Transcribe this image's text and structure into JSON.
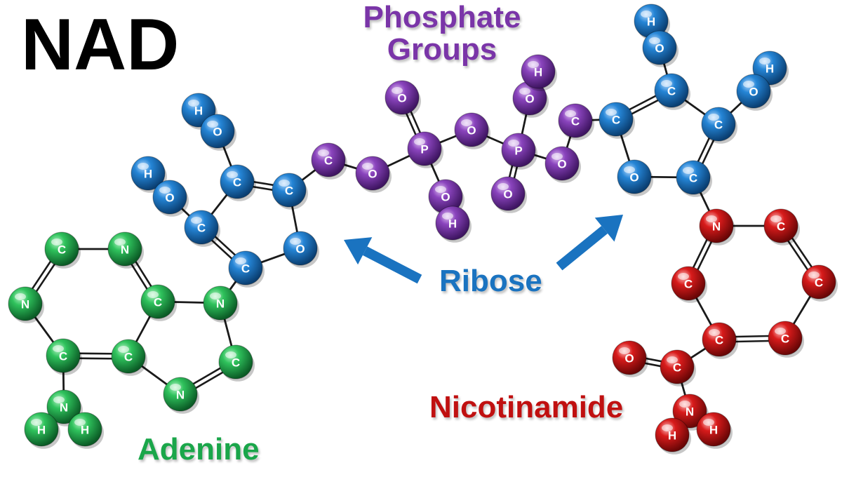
{
  "title": "NAD",
  "labels": {
    "phosphate_line1": "Phosphate",
    "phosphate_line2": "Groups",
    "ribose": "Ribose",
    "adenine": "Adenine",
    "nicotinamide": "Nicotinamide"
  },
  "colors": {
    "title": "#000000",
    "adenine": "#1aa64a",
    "ribose": "#1a73c0",
    "phosphate": "#7a35a8",
    "nicotinamide": "#c01010",
    "bond": "#1a1a1a",
    "arrow": "#1a73c0"
  },
  "groups": [
    {
      "id": "ribose-left",
      "color_key": "ribose",
      "atoms": [
        {
          "id": "rl-h1",
          "symbol": "H"
        },
        {
          "id": "rl-o1",
          "symbol": "O"
        },
        {
          "id": "rl-h2",
          "symbol": "H"
        },
        {
          "id": "rl-o2",
          "symbol": "O"
        },
        {
          "id": "rl-c1",
          "symbol": "C"
        },
        {
          "id": "rl-c2",
          "symbol": "C"
        },
        {
          "id": "rl-c3",
          "symbol": "C"
        },
        {
          "id": "rl-o3",
          "symbol": "O"
        },
        {
          "id": "rl-c4",
          "symbol": "C"
        }
      ]
    },
    {
      "id": "phosphate",
      "color_key": "phosphate",
      "atoms": [
        {
          "id": "ph-c1",
          "symbol": "C"
        },
        {
          "id": "ph-o1",
          "symbol": "O"
        },
        {
          "id": "ph-o2",
          "symbol": "O"
        },
        {
          "id": "ph-p1",
          "symbol": "P"
        },
        {
          "id": "ph-o3",
          "symbol": "O"
        },
        {
          "id": "ph-h1",
          "symbol": "H"
        },
        {
          "id": "ph-o4",
          "symbol": "O"
        },
        {
          "id": "ph-p2",
          "symbol": "P"
        },
        {
          "id": "ph-o5",
          "symbol": "O"
        },
        {
          "id": "ph-h2",
          "symbol": "H"
        },
        {
          "id": "ph-o6",
          "symbol": "O"
        },
        {
          "id": "ph-o7",
          "symbol": "O"
        },
        {
          "id": "ph-c2",
          "symbol": "C"
        }
      ]
    },
    {
      "id": "ribose-right",
      "color_key": "ribose",
      "atoms": [
        {
          "id": "rr-h1",
          "symbol": "H"
        },
        {
          "id": "rr-o1",
          "symbol": "O"
        },
        {
          "id": "rr-h2",
          "symbol": "H"
        },
        {
          "id": "rr-o2",
          "symbol": "O"
        },
        {
          "id": "rr-c1",
          "symbol": "C"
        },
        {
          "id": "rr-c2",
          "symbol": "C"
        },
        {
          "id": "rr-c3",
          "symbol": "C"
        },
        {
          "id": "rr-o3",
          "symbol": "O"
        },
        {
          "id": "rr-c4",
          "symbol": "C"
        }
      ]
    },
    {
      "id": "adenine",
      "color_key": "adenine",
      "atoms": [
        {
          "id": "ad-c1",
          "symbol": "C"
        },
        {
          "id": "ad-n1",
          "symbol": "N"
        },
        {
          "id": "ad-n2",
          "symbol": "N"
        },
        {
          "id": "ad-c2",
          "symbol": "C"
        },
        {
          "id": "ad-n3",
          "symbol": "N"
        },
        {
          "id": "ad-c3",
          "symbol": "C"
        },
        {
          "id": "ad-c4",
          "symbol": "C"
        },
        {
          "id": "ad-c5",
          "symbol": "C"
        },
        {
          "id": "ad-n4",
          "symbol": "N"
        },
        {
          "id": "ad-n5",
          "symbol": "N"
        },
        {
          "id": "ad-h1",
          "symbol": "H"
        },
        {
          "id": "ad-h2",
          "symbol": "H"
        }
      ]
    },
    {
      "id": "nicotinamide",
      "color_key": "nicotinamide",
      "atoms": [
        {
          "id": "ni-n1",
          "symbol": "N"
        },
        {
          "id": "ni-c1",
          "symbol": "C"
        },
        {
          "id": "ni-c2",
          "symbol": "C"
        },
        {
          "id": "ni-c3",
          "symbol": "C"
        },
        {
          "id": "ni-c4",
          "symbol": "C"
        },
        {
          "id": "ni-c5",
          "symbol": "C"
        },
        {
          "id": "ni-o1",
          "symbol": "O"
        },
        {
          "id": "ni-c6",
          "symbol": "C"
        },
        {
          "id": "ni-n2",
          "symbol": "N"
        },
        {
          "id": "ni-h1",
          "symbol": "H"
        },
        {
          "id": "ni-h2",
          "symbol": "H"
        }
      ]
    }
  ],
  "bonds": [
    {
      "from": "rl-h1",
      "to": "rl-o1",
      "order": 1
    },
    {
      "from": "rl-o1",
      "to": "rl-c1",
      "order": 1
    },
    {
      "from": "rl-h2",
      "to": "rl-o2",
      "order": 1
    },
    {
      "from": "rl-o2",
      "to": "rl-c3",
      "order": 1
    },
    {
      "from": "rl-c1",
      "to": "rl-c2",
      "order": 2
    },
    {
      "from": "rl-c1",
      "to": "rl-c3",
      "order": 1
    },
    {
      "from": "rl-c3",
      "to": "rl-c4",
      "order": 2
    },
    {
      "from": "rl-c4",
      "to": "rl-o3",
      "order": 1
    },
    {
      "from": "rl-o3",
      "to": "rl-c2",
      "order": 1
    },
    {
      "from": "rl-c2",
      "to": "ph-c1",
      "order": 1
    },
    {
      "from": "ph-c1",
      "to": "ph-o1",
      "order": 1
    },
    {
      "from": "ph-o1",
      "to": "ph-p1",
      "order": 1
    },
    {
      "from": "ph-o2",
      "to": "ph-p1",
      "order": 2
    },
    {
      "from": "ph-p1",
      "to": "ph-o3",
      "order": 1
    },
    {
      "from": "ph-o3",
      "to": "ph-h1",
      "order": 1
    },
    {
      "from": "ph-p1",
      "to": "ph-o4",
      "order": 1
    },
    {
      "from": "ph-o4",
      "to": "ph-p2",
      "order": 1
    },
    {
      "from": "ph-p2",
      "to": "ph-o5",
      "order": 1
    },
    {
      "from": "ph-o5",
      "to": "ph-h2",
      "order": 1
    },
    {
      "from": "ph-p2",
      "to": "ph-o6",
      "order": 2
    },
    {
      "from": "ph-p2",
      "to": "ph-o7",
      "order": 1
    },
    {
      "from": "ph-o7",
      "to": "ph-c2",
      "order": 1
    },
    {
      "from": "ph-c2",
      "to": "rr-c3",
      "order": 1
    },
    {
      "from": "rr-h1",
      "to": "rr-o1",
      "order": 1
    },
    {
      "from": "rr-o1",
      "to": "rr-c1",
      "order": 1
    },
    {
      "from": "rr-h2",
      "to": "rr-o2",
      "order": 1
    },
    {
      "from": "rr-o2",
      "to": "rr-c2",
      "order": 1
    },
    {
      "from": "rr-c1",
      "to": "rr-c2",
      "order": 1
    },
    {
      "from": "rr-c1",
      "to": "rr-c3",
      "order": 2
    },
    {
      "from": "rr-c3",
      "to": "rr-o3",
      "order": 1
    },
    {
      "from": "rr-o3",
      "to": "rr-c4",
      "order": 1
    },
    {
      "from": "rr-c4",
      "to": "rr-c2",
      "order": 2
    },
    {
      "from": "rr-c4",
      "to": "ni-n1",
      "order": 1
    },
    {
      "from": "rl-c4",
      "to": "ad-n2",
      "order": 1
    },
    {
      "from": "ad-c1",
      "to": "ad-n1",
      "order": 1
    },
    {
      "from": "ad-c1",
      "to": "ad-n3",
      "order": 2
    },
    {
      "from": "ad-n1",
      "to": "ad-c2",
      "order": 2
    },
    {
      "from": "ad-c2",
      "to": "ad-n2",
      "order": 1
    },
    {
      "from": "ad-c2",
      "to": "ad-c4",
      "order": 1
    },
    {
      "from": "ad-n3",
      "to": "ad-c3",
      "order": 1
    },
    {
      "from": "ad-c3",
      "to": "ad-c4",
      "order": 2
    },
    {
      "from": "ad-c4",
      "to": "ad-n4",
      "order": 1
    },
    {
      "from": "ad-n4",
      "to": "ad-c5",
      "order": 2
    },
    {
      "from": "ad-c5",
      "to": "ad-n2",
      "order": 1
    },
    {
      "from": "ad-c3",
      "to": "ad-n5",
      "order": 1
    },
    {
      "from": "ad-n5",
      "to": "ad-h1",
      "order": 1
    },
    {
      "from": "ad-n5",
      "to": "ad-h2",
      "order": 1
    },
    {
      "from": "ni-n1",
      "to": "ni-c1",
      "order": 1
    },
    {
      "from": "ni-n1",
      "to": "ni-c2",
      "order": 2
    },
    {
      "from": "ni-c1",
      "to": "ni-c3",
      "order": 2
    },
    {
      "from": "ni-c3",
      "to": "ni-c5",
      "order": 1
    },
    {
      "from": "ni-c5",
      "to": "ni-c4",
      "order": 2
    },
    {
      "from": "ni-c4",
      "to": "ni-c2",
      "order": 1
    },
    {
      "from": "ni-c4",
      "to": "ni-c6",
      "order": 1
    },
    {
      "from": "ni-c6",
      "to": "ni-o1",
      "order": 2
    },
    {
      "from": "ni-c6",
      "to": "ni-n2",
      "order": 1
    },
    {
      "from": "ni-n2",
      "to": "ni-h1",
      "order": 1
    },
    {
      "from": "ni-n2",
      "to": "ni-h2",
      "order": 1
    }
  ]
}
